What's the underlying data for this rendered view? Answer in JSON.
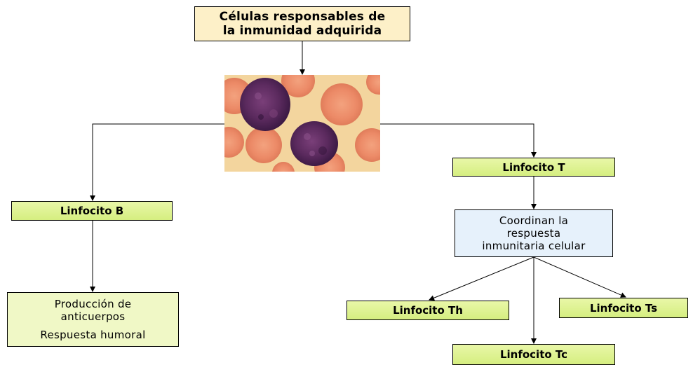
{
  "title": {
    "line1": "Células responsables de",
    "line2": "la inmunidad adquirida"
  },
  "linfocito_b": {
    "label": "Linfocito B",
    "description_line1": "Producción de",
    "description_line2": "anticuerpos",
    "description_line3": "Respuesta humoral"
  },
  "linfocito_t": {
    "label": "Linfocito T",
    "description_line1": "Coordinan la",
    "description_line2": "respuesta",
    "description_line3": "inmunitaria celular",
    "subtypes": {
      "th": "Linfocito Th",
      "ts": "Linfocito Ts",
      "tc": "Linfocito Tc"
    }
  },
  "colors": {
    "title_fill": "#fdf0c8",
    "lymphocyte_fill": "#dff29a",
    "coord_fill": "#e6f1fb",
    "production_fill": "#f0f8c6",
    "image_background": "#f3d59e",
    "red_cell": "#ec8a67",
    "nucleus": "#5b2a5e"
  },
  "image": {
    "subject": "micrograph-lymphocytes-red-blood-cells"
  }
}
